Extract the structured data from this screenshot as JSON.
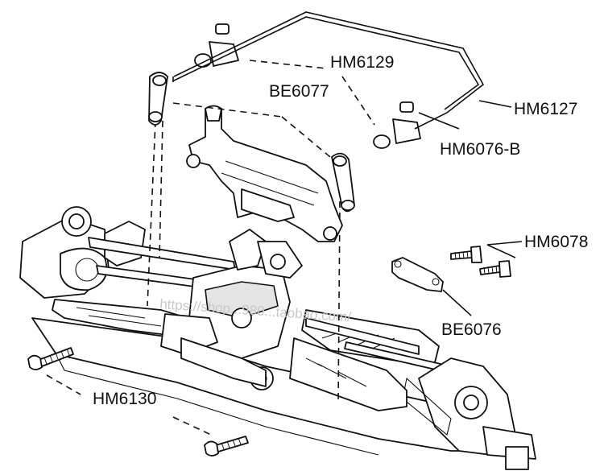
{
  "labels": {
    "hm6129": "HM6129",
    "be6077": "BE6077",
    "hm6127": "HM6127",
    "hm6076b": "HM6076-B",
    "hm6078": "HM6078",
    "be6076": "BE6076",
    "hm6130": "HM6130"
  },
  "watermark": "https://shop...980...taobao.com/"
}
